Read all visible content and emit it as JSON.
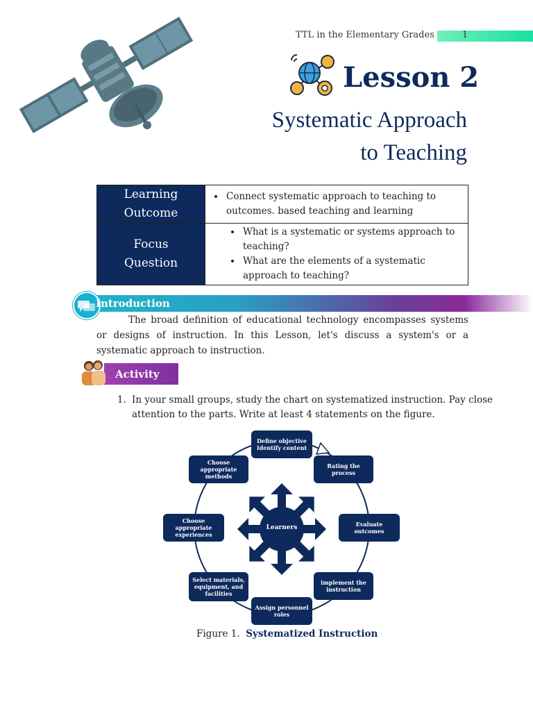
{
  "header": {
    "course": "TTL in the Elementary Grades",
    "page_number": "1"
  },
  "lesson": {
    "title": "Lesson 2",
    "subtitle_line1": "Systematic Approach",
    "subtitle_line2": "to Teaching"
  },
  "outcome_table": {
    "learning_outcome_label_1": "Learning",
    "learning_outcome_label_2": "Outcome",
    "learning_outcome_items": [
      "Connect systematic approach to teaching to outcomes. based teaching and learning"
    ],
    "focus_question_label_1": "Focus",
    "focus_question_label_2": "Question",
    "focus_question_items": [
      "What is a systematic or systems approach to teaching?",
      "What are the elements of a systematic approach to teaching?"
    ]
  },
  "introduction": {
    "heading": "Introduction",
    "paragraph": "The broad definition of educational technology encompasses systems or designs of instruction. In this Lesson, let's discuss a system's or a systematic approach to instruction."
  },
  "activity": {
    "heading": "Activity",
    "items": [
      "In your small groups, study the chart on systematized instruction. Pay close attention to the parts. Write at least 4 statements on the figure."
    ]
  },
  "diagram": {
    "center": "Learners",
    "nodes": {
      "define": "Define objective Identify content",
      "rating": "Rating the process",
      "evaluate": "Evaluate outcomes",
      "implement": "implement the instruction",
      "assign": "Assign personnel roles",
      "select": "Select materials, equipment, and facilities",
      "experiences": "Choose appropriate experiences",
      "methods": "Choose appropriate methods"
    },
    "colors": {
      "node": "#0e2a5c",
      "ring": "#0e2a5c"
    }
  },
  "figure": {
    "prefix": "Figure 1.",
    "title": "Systematized Instruction"
  }
}
